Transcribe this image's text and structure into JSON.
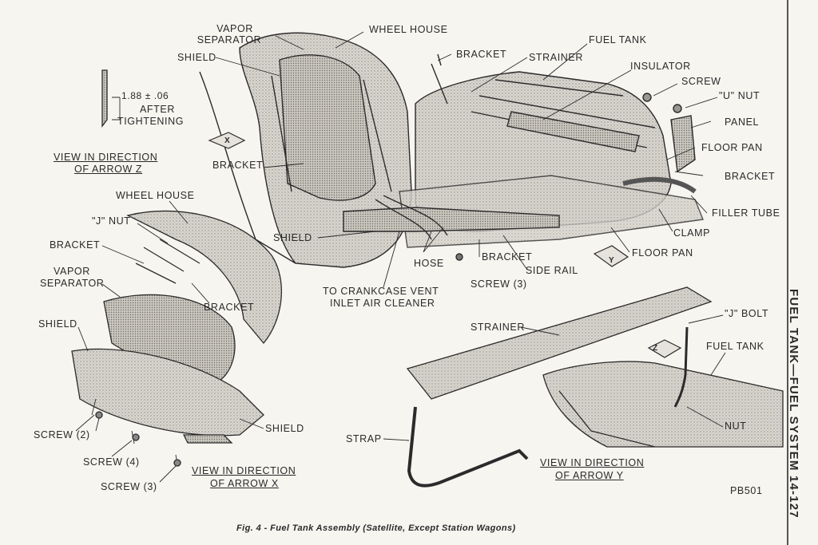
{
  "figure": {
    "caption": "Fig. 4 - Fuel Tank Assembly (Satellite, Except Station Wagons)",
    "code": "PB501",
    "sidebar": "FUEL TANK—FUEL SYSTEM 14-127"
  },
  "main_view": {
    "labels": {
      "vapor_separator_1": "VAPOR",
      "vapor_separator_2": "SEPARATOR",
      "wheel_house": "WHEEL HOUSE",
      "shield": "SHIELD",
      "bracket_top": "BRACKET",
      "strainer": "STRAINER",
      "fuel_tank": "FUEL TANK",
      "insulator": "INSULATOR",
      "screw": "SCREW",
      "u_nut": "\"U\" NUT",
      "panel": "PANEL",
      "floor_pan_top": "FLOOR PAN",
      "bracket_left": "BRACKET",
      "bracket_right": "BRACKET",
      "filler_tube": "FILLER TUBE",
      "clamp": "CLAMP",
      "floor_pan_bottom": "FLOOR PAN",
      "shield_lower": "SHIELD",
      "hose": "HOSE",
      "bracket_bottom": "BRACKET",
      "side_rail": "SIDE RAIL",
      "screw_3": "SCREW (3)",
      "crankcase_1": "TO CRANKCASE VENT",
      "crankcase_2": "INLET AIR CLEANER"
    },
    "arrows": {
      "x": "X",
      "y": "Y",
      "z": "Z"
    }
  },
  "view_z": {
    "dimension": "1.88 ± .06",
    "after_1": "AFTER",
    "after_2": "TIGHTENING",
    "title_1": "VIEW IN DIRECTION",
    "title_2": "OF ARROW Z"
  },
  "view_x": {
    "labels": {
      "wheel_house": "WHEEL HOUSE",
      "j_nut": "\"J\" NUT",
      "bracket_1": "BRACKET",
      "vapor_1": "VAPOR",
      "vapor_2": "SEPARATOR",
      "bracket_2": "BRACKET",
      "shield_1": "SHIELD",
      "shield_2": "SHIELD",
      "screw_2": "SCREW (2)",
      "screw_4": "SCREW (4)",
      "screw_3": "SCREW (3)"
    },
    "title_1": "VIEW IN DIRECTION",
    "title_2": "OF ARROW X"
  },
  "view_y": {
    "labels": {
      "strainer": "STRAINER",
      "j_bolt": "\"J\" BOLT",
      "fuel_tank": "FUEL TANK",
      "nut": "NUT",
      "strap": "STRAP"
    },
    "title_1": "VIEW IN DIRECTION",
    "title_2": "OF ARROW Y"
  }
}
